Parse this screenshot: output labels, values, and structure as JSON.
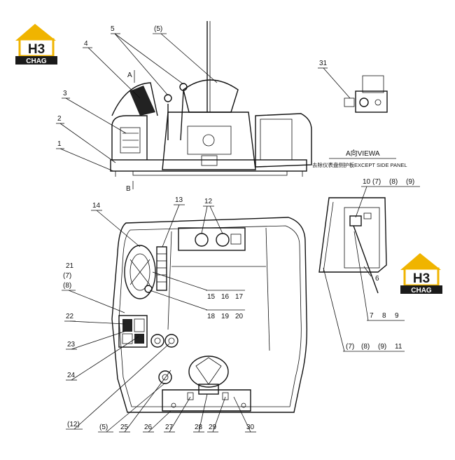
{
  "brand": {
    "logo_text_big": "H3",
    "logo_text_small": "CHAG",
    "logo_color_gold": "#f0b400",
    "logo_color_dark": "#1a1a1a"
  },
  "view_a": {
    "title": "A向VIEWA",
    "subtitle": "去除仪表盘侧护板EXCEPT SIDE PANEL",
    "marker_a": "A",
    "marker_b": "B"
  },
  "callouts": [
    {
      "id": "c5a",
      "text": "5"
    },
    {
      "id": "c5p",
      "text": "(5)"
    },
    {
      "id": "c4",
      "text": "4"
    },
    {
      "id": "c3",
      "text": "3"
    },
    {
      "id": "c2",
      "text": "2"
    },
    {
      "id": "c1",
      "text": "1"
    },
    {
      "id": "c31",
      "text": "31"
    },
    {
      "id": "c10",
      "text": "10"
    },
    {
      "id": "c7a",
      "text": "(7)"
    },
    {
      "id": "c8a",
      "text": "(8)"
    },
    {
      "id": "c9a",
      "text": "(9)"
    },
    {
      "id": "c14",
      "text": "14"
    },
    {
      "id": "c13",
      "text": "13"
    },
    {
      "id": "c12",
      "text": "12"
    },
    {
      "id": "c21",
      "text": "21"
    },
    {
      "id": "c7b",
      "text": "(7)"
    },
    {
      "id": "c8b",
      "text": "(8)"
    },
    {
      "id": "c15",
      "text": "15"
    },
    {
      "id": "c16",
      "text": "16"
    },
    {
      "id": "c17",
      "text": "17"
    },
    {
      "id": "c18",
      "text": "18"
    },
    {
      "id": "c19",
      "text": "19"
    },
    {
      "id": "c20",
      "text": "20"
    },
    {
      "id": "c22",
      "text": "22"
    },
    {
      "id": "c23",
      "text": "23"
    },
    {
      "id": "c24",
      "text": "24"
    },
    {
      "id": "c6",
      "text": "6"
    },
    {
      "id": "c7",
      "text": "7"
    },
    {
      "id": "c8",
      "text": "8"
    },
    {
      "id": "c9",
      "text": "9"
    },
    {
      "id": "c7c",
      "text": "(7)"
    },
    {
      "id": "c8c",
      "text": "(8)"
    },
    {
      "id": "c9c",
      "text": "(9)"
    },
    {
      "id": "c11",
      "text": "11"
    },
    {
      "id": "c12p",
      "text": "(12)"
    },
    {
      "id": "c5b",
      "text": "(5)"
    },
    {
      "id": "c25",
      "text": "25"
    },
    {
      "id": "c26",
      "text": "26"
    },
    {
      "id": "c27",
      "text": "27"
    },
    {
      "id": "c28",
      "text": "28"
    },
    {
      "id": "c29",
      "text": "29"
    },
    {
      "id": "c30",
      "text": "30"
    }
  ]
}
